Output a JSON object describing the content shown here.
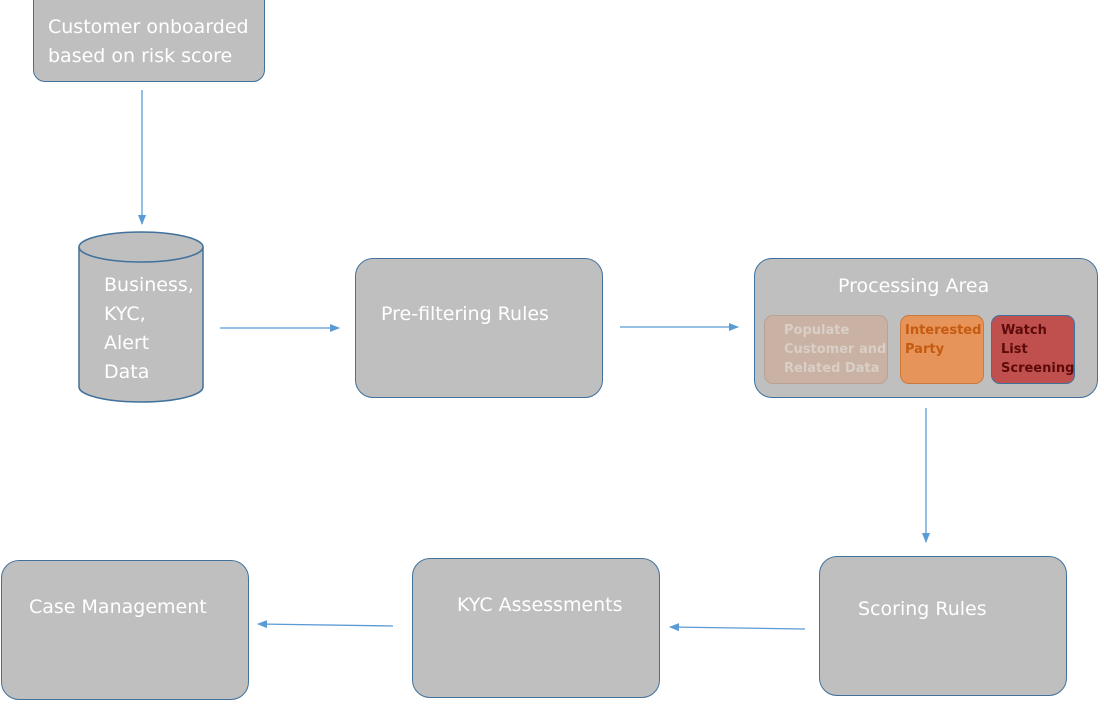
{
  "nodes": {
    "onboarding": "Customer onboarded based on risk score",
    "data_store": "Business,\nKYC,\nAlert\nData",
    "prefilter": "Pre-filtering Rules",
    "processing": {
      "title": "Processing Area",
      "populate": "Populate Customer and Related Data",
      "interested_party": "Interested Party",
      "watch_list": "Watch List Screening"
    },
    "scoring": "Scoring Rules",
    "kyc_assessments": "KYC Assessments",
    "case_management": "Case Management"
  },
  "colors": {
    "box_fill": "#bfbfbf",
    "box_border": "#41719c",
    "box_text": "#ffffff",
    "arrow": "#5b9bd5",
    "populate_fill": "#c9b2a4",
    "populate_text": "#d9cfc7",
    "interested_fill": "#e69459",
    "interested_text": "#c55a11",
    "watch_fill": "#c0504d",
    "watch_text": "#5c0a0a"
  }
}
